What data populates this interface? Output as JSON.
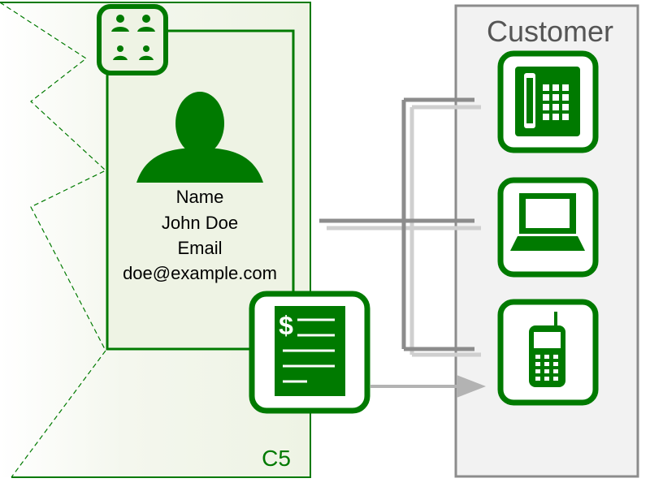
{
  "colors": {
    "green": "#007a00",
    "green_pale": "#eef3e4",
    "panel_stroke": "#8c8c8c",
    "panel_fill": "#f2f2f2",
    "line_dark": "#8c8c8c",
    "line_light": "#cfcfcf",
    "text": "#000000",
    "title_gray": "#555555"
  },
  "zone": {
    "label": "C5"
  },
  "contact_card": {
    "name_label": "Name",
    "name_value": "John Doe",
    "email_label": "Email",
    "email_value": "doe@example.com"
  },
  "invoice": {
    "currency_symbol": "$"
  },
  "customer_panel": {
    "title": "Customer",
    "devices": [
      {
        "name": "desk-phone-icon"
      },
      {
        "name": "laptop-icon"
      },
      {
        "name": "mobile-phone-icon"
      }
    ]
  },
  "icons": {
    "contacts": "contacts-group-icon",
    "person": "person-icon",
    "invoice": "invoice-document-icon"
  }
}
